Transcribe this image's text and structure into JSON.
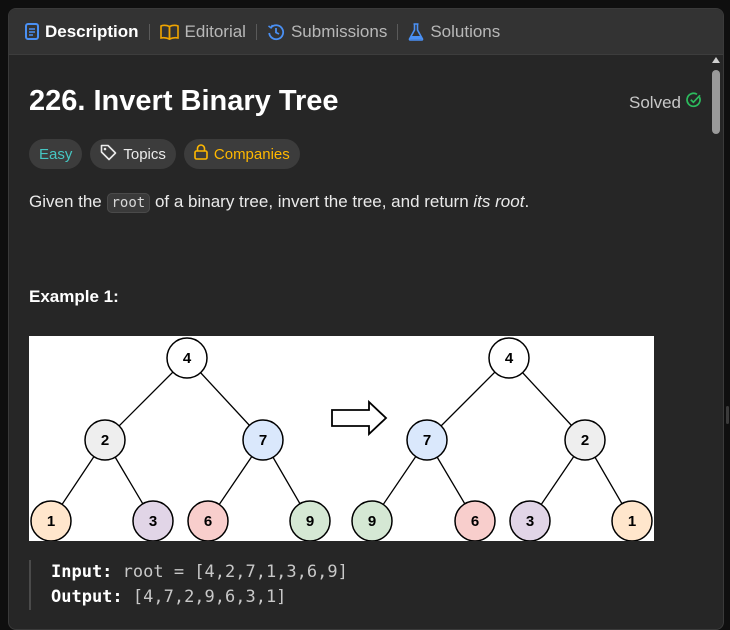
{
  "tabs": [
    {
      "label": "Description",
      "icon": "description-icon",
      "active": true
    },
    {
      "label": "Editorial",
      "icon": "book-icon"
    },
    {
      "label": "Submissions",
      "icon": "history-icon"
    },
    {
      "label": "Solutions",
      "icon": "flask-icon"
    }
  ],
  "problem": {
    "title": "226. Invert Binary Tree",
    "status": "Solved",
    "status_icon": "check-circle-icon",
    "status_color": "#2cbb5d"
  },
  "tags": {
    "difficulty": "Easy",
    "difficulty_color": "#46c6c2",
    "topics": "Topics",
    "topics_icon": "tag-icon",
    "companies": "Companies",
    "companies_icon": "lock-icon",
    "companies_color": "#ffb800"
  },
  "description": {
    "before": "Given the ",
    "code": "root",
    "middle": " of a binary tree, invert the tree, and return ",
    "emphasis": "its root",
    "after": "."
  },
  "example": {
    "title": "Example 1:",
    "figure": {
      "left_tree": [
        "4",
        "2",
        "7",
        "1",
        "3",
        "6",
        "9"
      ],
      "right_tree": [
        "4",
        "7",
        "2",
        "9",
        "6",
        "3",
        "1"
      ],
      "arrow_icon": "arrow-right-icon"
    },
    "input_label": "Input:",
    "input_value": " root = [4,2,7,1,3,6,9]",
    "output_label": "Output:",
    "output_value": " [4,7,2,9,6,3,1]"
  },
  "colors": {
    "node_4": "#ffffff",
    "node_2": "#eeeeee",
    "node_7": "#dae8fc",
    "node_1": "#ffe6cc",
    "node_3": "#e1d5e7",
    "node_6": "#f8cecc",
    "node_9": "#d5e8d4"
  }
}
